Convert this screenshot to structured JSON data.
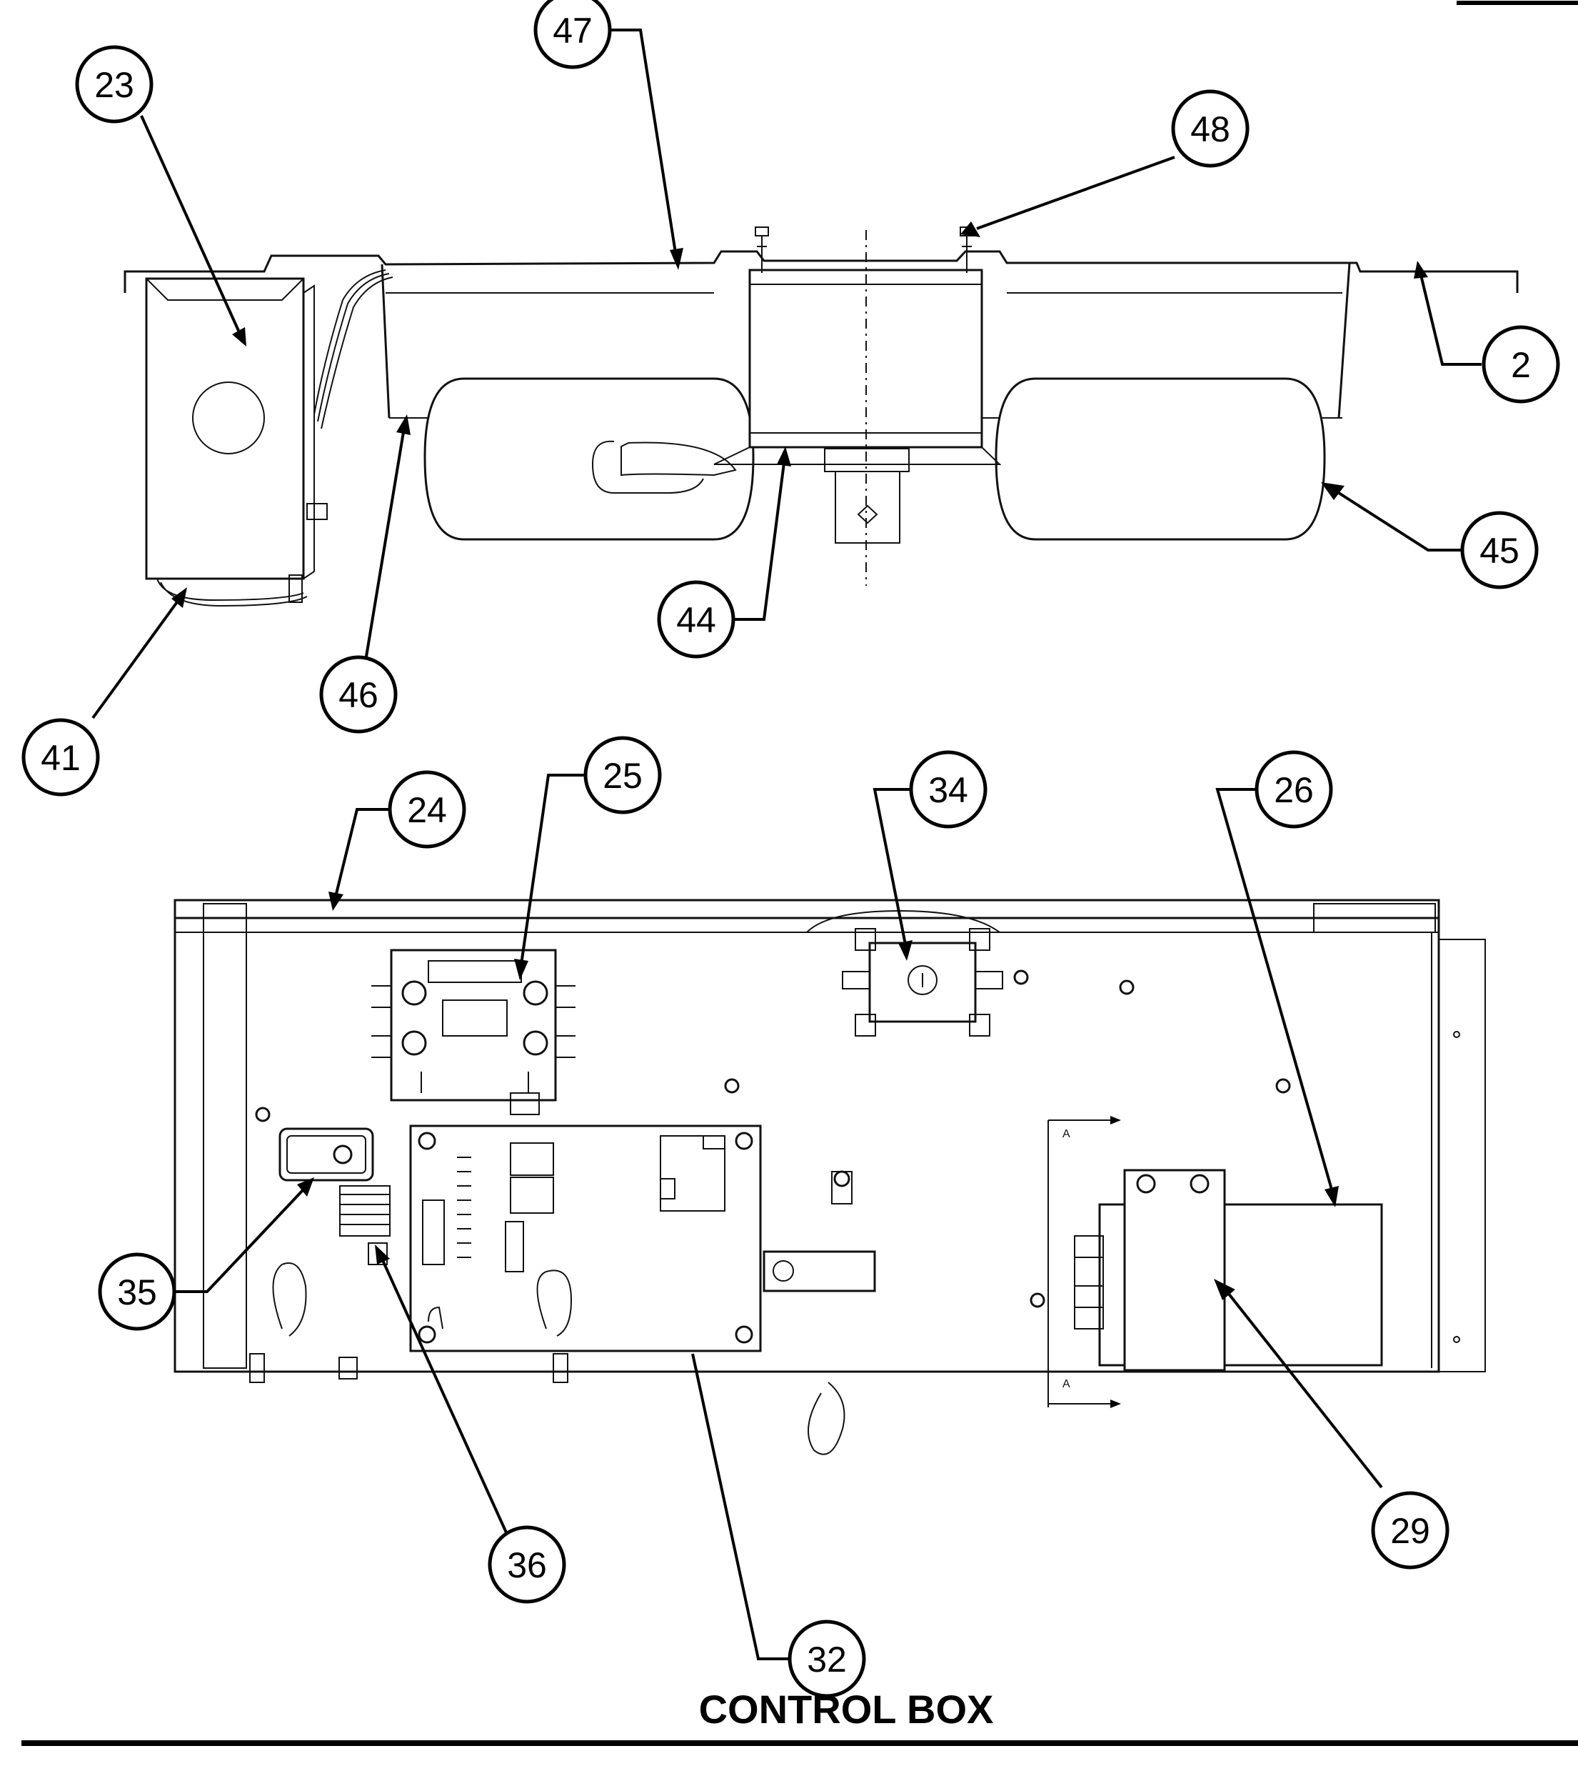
{
  "title": "CONTROL BOX",
  "callouts": {
    "c23": "23",
    "c47": "47",
    "c48": "48",
    "c2": "2",
    "c45": "45",
    "c44": "44",
    "c46": "46",
    "c41": "41",
    "c25": "25",
    "c24": "24",
    "c34": "34",
    "c26": "26",
    "c35": "35",
    "c36": "36",
    "c32": "32",
    "c29": "29"
  },
  "section_markers": {
    "top": "A",
    "bottom": "A"
  }
}
